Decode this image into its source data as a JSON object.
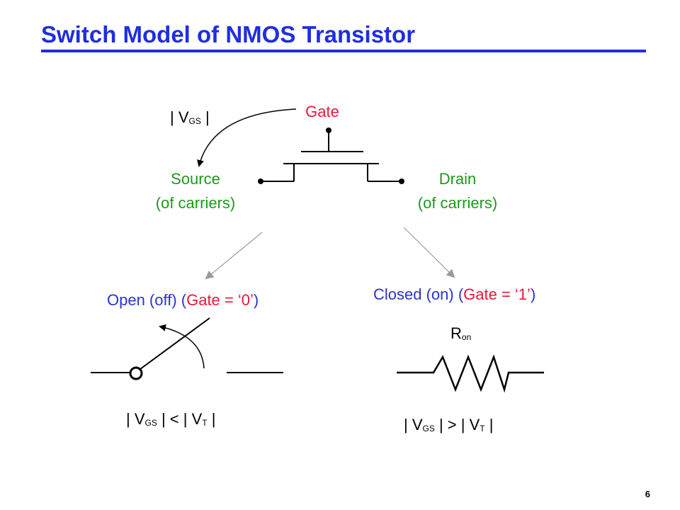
{
  "slide": {
    "title": "Switch Model of NMOS Transistor",
    "page_number": "6"
  },
  "transistor": {
    "gate_label": "Gate",
    "source_label": "Source",
    "source_sub": "(of carriers)",
    "drain_label": "Drain",
    "drain_sub": "(of carriers)",
    "vgs_bar_left": "| V",
    "vgs_sub": "GS",
    "vgs_bar_right": " |"
  },
  "open_state": {
    "label_a": "Open (off) (",
    "label_b": "Gate = ‘0’",
    "label_c": ")",
    "cond_1": "| V",
    "cond_sub1": "GS",
    "cond_2": " | < | V",
    "cond_sub2": "T",
    "cond_3": " |"
  },
  "closed_state": {
    "label_a": "Closed (on) (",
    "label_b": "Gate = ‘1’",
    "label_c": ")",
    "resistor_label": "R",
    "resistor_sub": "on",
    "cond_1": "| V",
    "cond_sub1": "GS",
    "cond_2": " | > | V",
    "cond_sub2": "T",
    "cond_3": " |"
  },
  "colors": {
    "title": "#1f2ee0",
    "gate": "#e8173a",
    "terminal": "#1b9a1b",
    "state": "#2a34c8",
    "line": "#000000",
    "arrow": "#9a9a9a"
  }
}
